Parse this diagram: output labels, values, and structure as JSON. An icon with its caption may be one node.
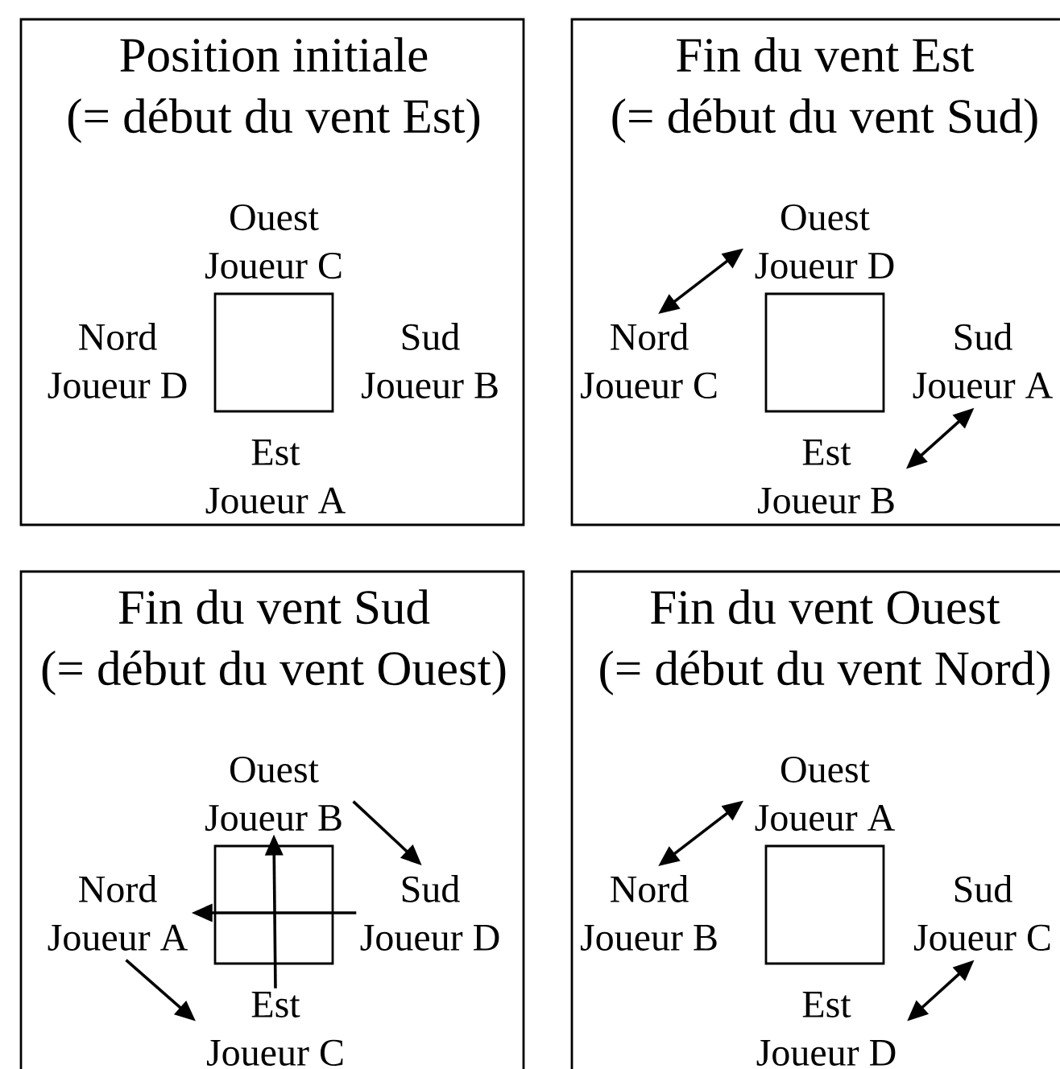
{
  "diagram": {
    "nodes": [
      {
        "text": [
          "Position initiale",
          "(= début du vent Est)"
        ]
      },
      {
        "text": [
          "Ouest",
          "Joueur C"
        ],
        "in": 0
      },
      {
        "text": [
          "Nord",
          "Joueur D"
        ],
        "in": 0
      },
      {
        "text": [
          "Sud",
          "Joueur B"
        ],
        "in": 0
      },
      {
        "text": [
          "Est",
          "Joueur A"
        ],
        "in": 0
      },
      {
        "text": [
          "Fin du vent Est",
          "(= début du vent Sud)"
        ]
      },
      {
        "text": [
          "Ouest",
          "Joueur D"
        ],
        "in": 5
      },
      {
        "text": [
          "Nord",
          "Joueur C"
        ],
        "in": 5
      },
      {
        "text": [
          "Sud",
          "Joueur A"
        ],
        "in": 5
      },
      {
        "text": [
          "Est",
          "Joueur B"
        ],
        "in": 5
      },
      {
        "text": [
          "Fin du vent Sud",
          "(= début du vent Ouest)"
        ]
      },
      {
        "text": [
          "Ouest",
          "Joueur B"
        ],
        "in": 10
      },
      {
        "text": [
          "Nord",
          "Joueur A"
        ],
        "in": 10
      },
      {
        "text": [
          "Sud",
          "Joueur D"
        ],
        "in": 10
      },
      {
        "text": [
          "Est",
          "Joueur C"
        ],
        "in": 10
      },
      {
        "text": [
          "Fin du vent Ouest",
          "(= début du vent Nord)"
        ]
      },
      {
        "text": [
          "Ouest",
          "Joueur A"
        ],
        "in": 15
      },
      {
        "text": [
          "Nord",
          "Joueur B"
        ],
        "in": 15
      },
      {
        "text": [
          "Sud",
          "Joueur C"
        ],
        "in": 15
      },
      {
        "text": [
          "Est",
          "Joueur D"
        ],
        "in": 15
      }
    ],
    "edges": [
      {
        "from": 7,
        "to": 6,
        "arrow": "both"
      },
      {
        "from": 8,
        "to": 9,
        "arrow": "both"
      },
      {
        "from": 11,
        "to": 13,
        "arrow": "to"
      },
      {
        "from": 12,
        "to": 14,
        "arrow": "to"
      },
      {
        "from": 14,
        "to": 11,
        "arrow": "to"
      },
      {
        "from": 13,
        "to": 12,
        "arrow": "to"
      },
      {
        "from": 17,
        "to": 16,
        "arrow": "both"
      },
      {
        "from": 18,
        "to": 19,
        "arrow": "both"
      }
    ]
  }
}
